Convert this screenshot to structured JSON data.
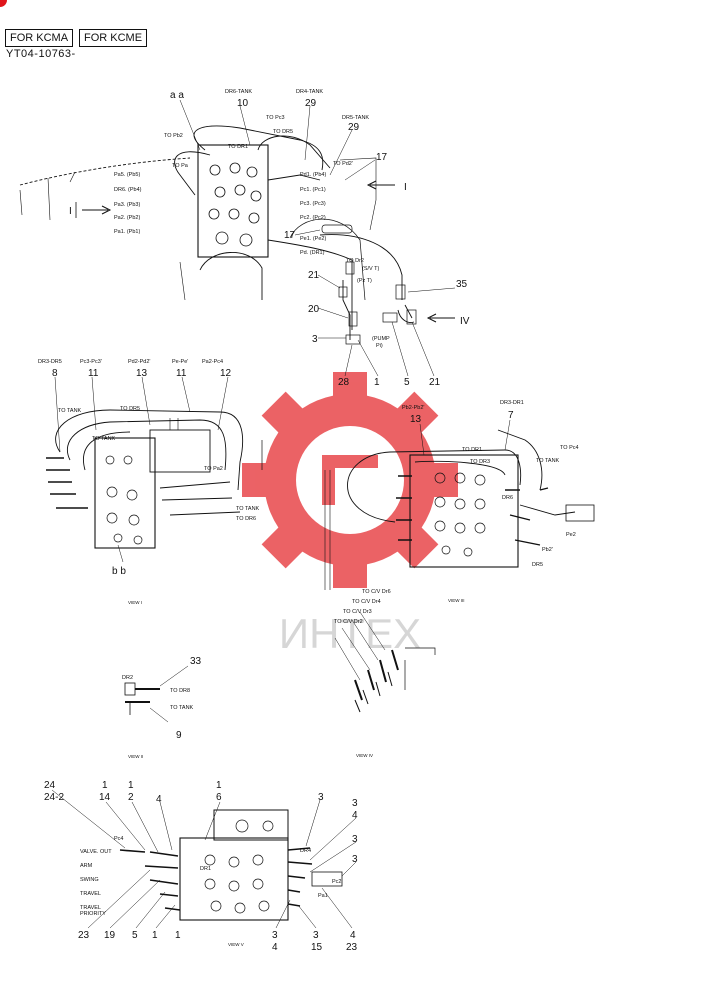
{
  "header": {
    "box1": "FOR KCMA",
    "box2": "FOR KCME",
    "part_number": "YT04-10763-"
  },
  "watermark": {
    "text": "ИНТЕХ",
    "color": "#e8474b"
  },
  "top_view": {
    "callouts": {
      "aa": "a a",
      "c10": "10",
      "c29a": "29",
      "c29b": "29",
      "c17a": "17",
      "c17b": "17",
      "cI": "I",
      "cI2": "I",
      "c21a": "21",
      "c20": "20",
      "c3": "3",
      "c28": "28",
      "c1": "1",
      "c5": "5",
      "c21b": "21",
      "c35": "35",
      "cIV": "IV"
    },
    "labels": {
      "dr6": "DR6-TANK",
      "dr4": "DR4-TANK",
      "dr5": "DR5-TANK",
      "topb2": "TO Pb2",
      "todr1": "TO DR1",
      "topc3": "TO Pc3",
      "todr5": "TO DR5",
      "topd2": "TO Pd2'",
      "topa": "TO Pa",
      "pa5": "Pa5. (Pb5)",
      "dr6b": "DR6. (Pb4)",
      "pa3": "Pa3. (Pb3)",
      "pa2": "Pa2. (Pb2)",
      "pa1": "Pa1. (Pb1)",
      "pd1": "Pd1. (Pb4)",
      "pc1": "Pc1. (Pc1)",
      "pc2": "Pc2. (Pc2)",
      "pc3": "Pc3. (Pc3)",
      "pe1": "Pe1. (Pe2)",
      "pd": "Pd. (DR1)",
      "todr2": "TO Dr2",
      "sv": "(S/V T)",
      "pt": "(Pz T)",
      "pump": "(PUMP",
      "pi": "Pi)"
    }
  },
  "view_i": {
    "name": "VIEW I",
    "callouts": {
      "c8": "8",
      "c11a": "11",
      "c13": "13",
      "c11b": "11",
      "c12": "12",
      "bb": "b b"
    },
    "labels": {
      "dr3": "DR3-DR5",
      "pc3": "Pc3-Pc3'",
      "pd2": "Pd2-Pd2'",
      "pe": "Pe-Pe'",
      "pa2": "Pa2-Pc4",
      "totank": "TO TANK",
      "todr5": "TO DR5",
      "totank2": "TO TANK",
      "topa2": "TO Pa2",
      "totank3": "TO TANK",
      "todr6": "TO DR6"
    }
  },
  "view_iii": {
    "name": "VIEW III",
    "callouts": {
      "c13": "13",
      "c7": "7"
    },
    "labels": {
      "pb2": "Pb2-Pb2'",
      "dr3": "DR3-DR1",
      "topc4": "TO Pc4",
      "todr1": "TO DR1",
      "todr3": "TO DR3",
      "totank": "TO TANK",
      "dr6": "DR6",
      "pe2": "Pe2",
      "pb2b": "Pb2'",
      "dr5": "DR5"
    }
  },
  "view_ii": {
    "name": "VIEW II",
    "callouts": {
      "c33": "33",
      "c9": "9"
    },
    "labels": {
      "dr2": "DR2",
      "todr8": "TO DR8",
      "totank": "TO TANK"
    }
  },
  "view_iv": {
    "name": "VIEW IV",
    "labels": {
      "l1": "TO C/V Dr6",
      "l2": "TO C/V Dr4",
      "l3": "TO C/V Dr3",
      "l4": "TO C/V Dr2"
    }
  },
  "view_v": {
    "name": "VIEW V",
    "callouts": {
      "c24": "24",
      "c24_2": "24-2",
      "c1a": "1",
      "c14": "14",
      "c1b": "1",
      "c2": "2",
      "c4a": "4",
      "c1c": "1",
      "c6": "6",
      "c3a": "3",
      "c3b": "3",
      "c4b": "4",
      "c3c": "3",
      "c3d": "3",
      "c23a": "23",
      "c19": "19",
      "c5": "5",
      "c1d": "1",
      "c1e": "1",
      "c3e": "3",
      "c4c": "4",
      "c3f": "3",
      "c15": "15",
      "c4d": "4",
      "c23b": "23"
    },
    "labels": {
      "valve": "VALVE. OUT",
      "arm": "ARM",
      "swing": "SWING",
      "travel": "TRAVEL",
      "travel2": "TRAVEL",
      "priority": "PRIORITY",
      "pc4": "Pc4",
      "pc2": "Pc2",
      "pa1": "Pa1",
      "dr4": "DR4",
      "dr1": "DR1"
    }
  }
}
